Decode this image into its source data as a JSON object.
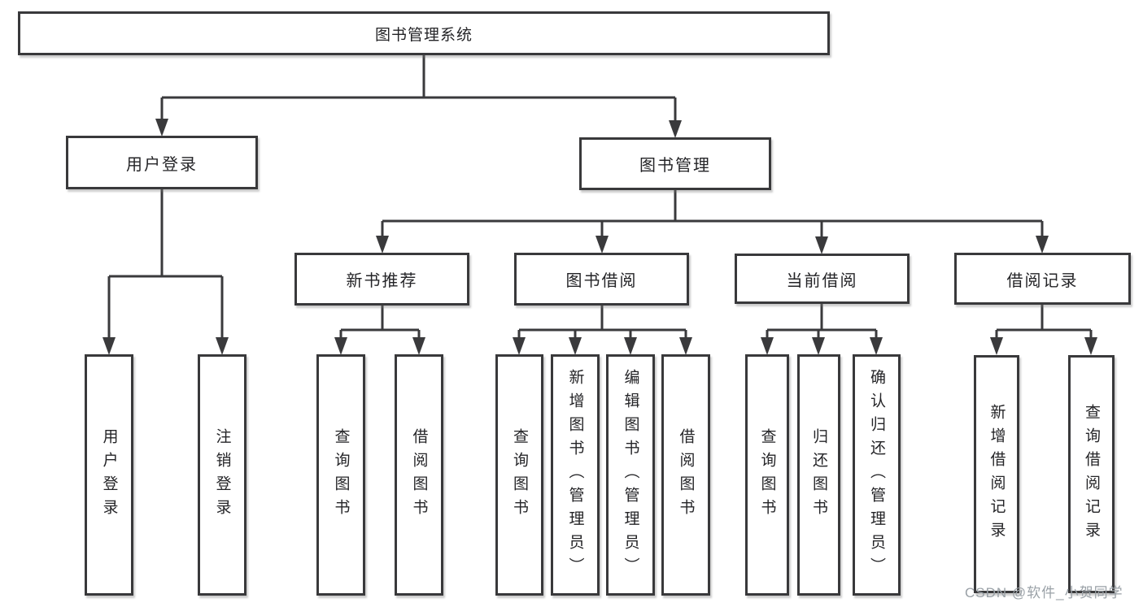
{
  "diagram": {
    "title": "图书管理系统",
    "tree": {
      "label": "图书管理系统",
      "children": [
        {
          "label": "用户登录",
          "children": [
            {
              "label": "用户登录"
            },
            {
              "label": "注销登录"
            }
          ]
        },
        {
          "label": "图书管理",
          "children": [
            {
              "label": "新书推荐",
              "children": [
                {
                  "label": "查询图书"
                },
                {
                  "label": "借阅图书"
                }
              ]
            },
            {
              "label": "图书借阅",
              "children": [
                {
                  "label": "查询图书"
                },
                {
                  "label": "新增图书（管理员）"
                },
                {
                  "label": "编辑图书（管理员）"
                },
                {
                  "label": "借阅图书"
                }
              ]
            },
            {
              "label": "当前借阅",
              "children": [
                {
                  "label": "查询图书"
                },
                {
                  "label": "归还图书"
                },
                {
                  "label": "确认归还（管理员）"
                }
              ]
            },
            {
              "label": "借阅记录",
              "children": [
                {
                  "label": "新增借阅记录"
                },
                {
                  "label": "查询借阅记录"
                }
              ]
            }
          ]
        }
      ]
    },
    "colors": {
      "line": "#3a3a3c",
      "box_border": "#39393b",
      "text": "#242427",
      "background": "#ffffff",
      "watermark": "#9aa1a7"
    }
  },
  "watermark": {
    "text": "CSDN @软件_小贺同学"
  }
}
